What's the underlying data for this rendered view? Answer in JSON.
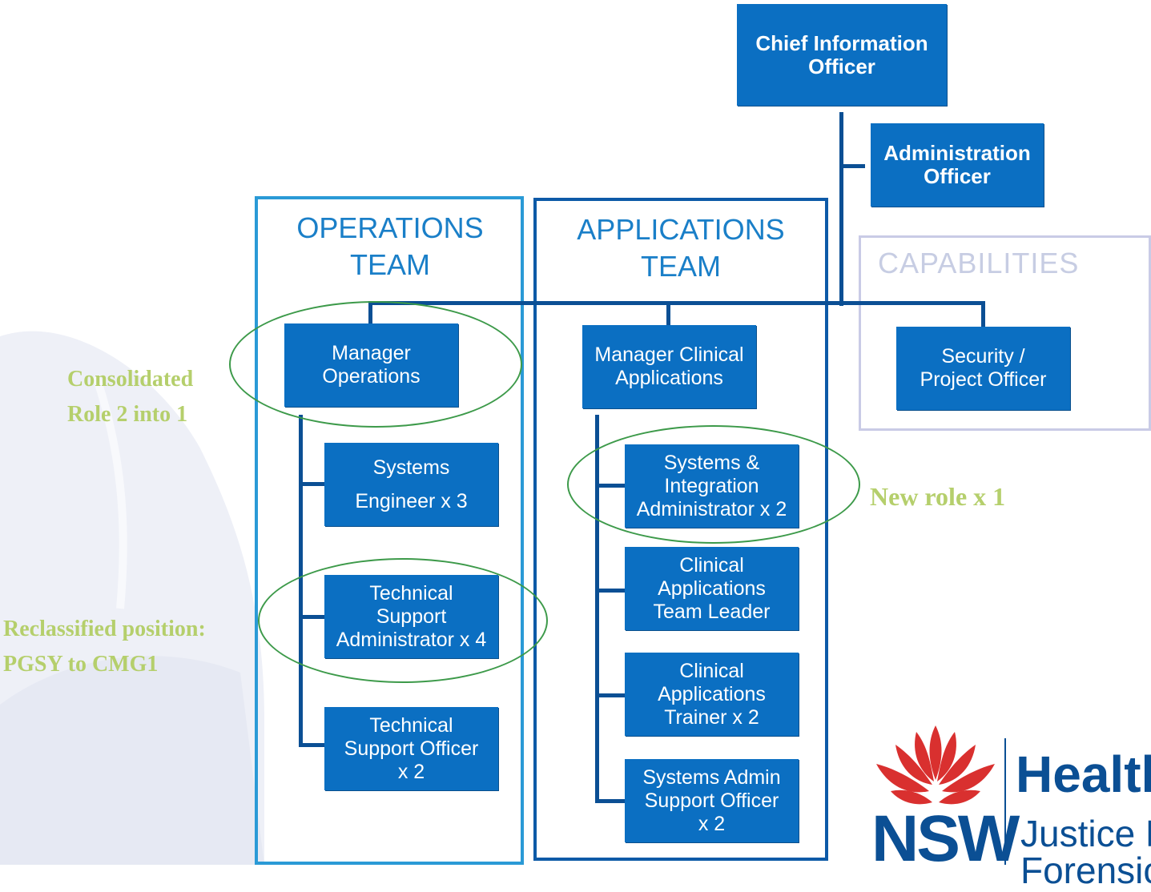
{
  "chart_data": {
    "type": "org-chart",
    "nodes": {
      "cio": "Chief Information\nOfficer",
      "admin_officer": "Administration\nOfficer",
      "manager_operations": "Manager\nOperations",
      "systems_engineer": "Systems\nEngineer x 3",
      "tech_support_admin": "Technical\nSupport\nAdministrator x 4",
      "tech_support_officer": "Technical\nSupport Officer\nx 2",
      "manager_clinical_apps": "Manager Clinical\nApplications",
      "systems_integration_admin": "Systems &\nIntegration\nAdministrator x 2",
      "clinical_apps_team_leader": "Clinical\nApplications\nTeam Leader",
      "clinical_apps_trainer": "Clinical\nApplications\nTrainer x 2",
      "systems_admin_support_officer": "Systems Admin\nSupport Officer\nx 2",
      "security_project_officer": "Security /\nProject Officer"
    },
    "teams": {
      "operations": "OPERATIONS\nTEAM",
      "applications": "APPLICATIONS\nTEAM",
      "capabilities": "CAPABILITIES"
    },
    "annotations": {
      "consolidated": "Consolidated\nRole 2 into 1",
      "reclassified": "Reclassified position:\nPGSY to CMG1",
      "new_role": "New role x 1"
    }
  },
  "logo": {
    "nsw": "NSW",
    "health": "Health",
    "line2": "Justice H",
    "line3": "Forensic"
  },
  "colors": {
    "box": "#0b6fc2",
    "line": "#0b4f94",
    "ops_frame": "#2a9ad6",
    "apps_frame": "#0d5aa7",
    "cap_frame": "#c9cbe6",
    "annotation": "#b5cf6c",
    "ellipse": "#3d9a4a",
    "waratah": "#d9302f"
  }
}
